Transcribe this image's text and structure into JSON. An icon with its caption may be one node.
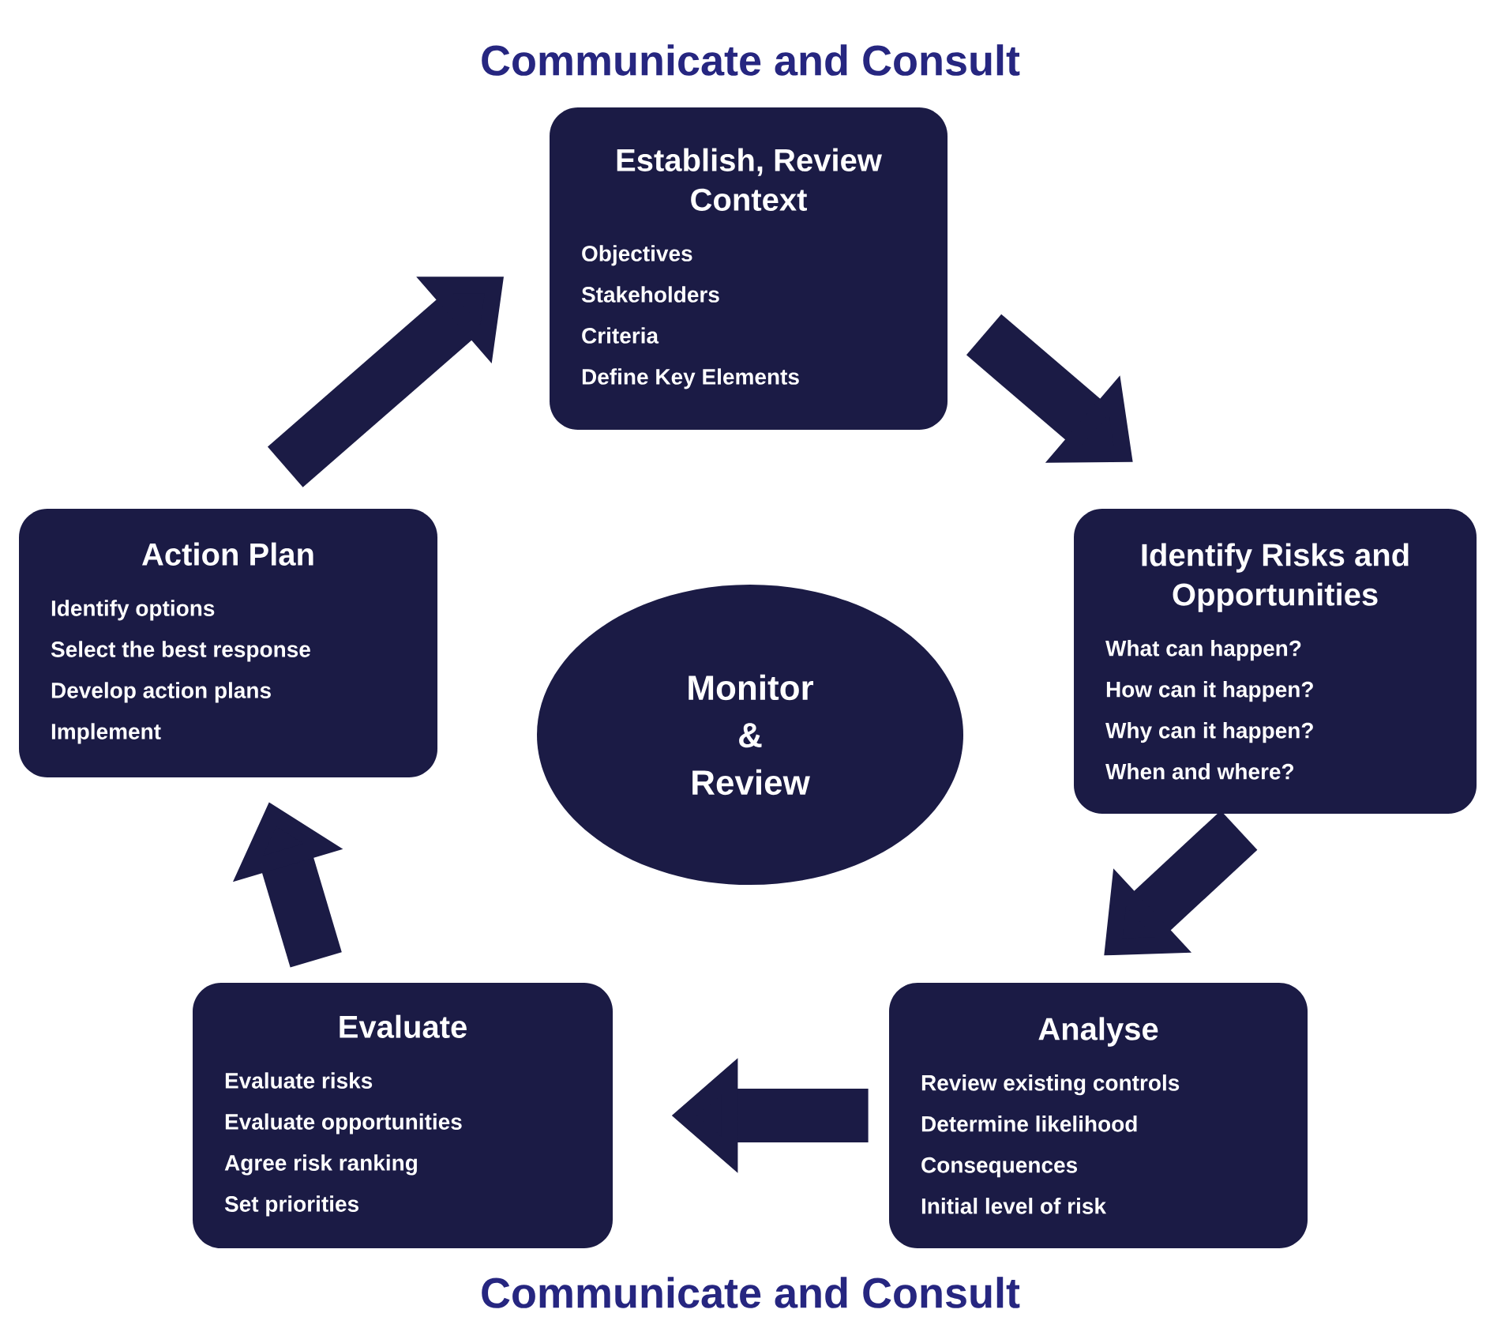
{
  "diagram": {
    "nodes": [
      {
        "text": [
          "Establish, Review Context",
          "Objectives",
          "Stakeholders",
          "Criteria",
          "Define Key Elements"
        ]
      },
      {
        "text": [
          "Identify Risks and Opportunities",
          "What can happen?",
          "How can it happen?",
          "Why can it happen?",
          "When and where?"
        ]
      },
      {
        "text": [
          "Analyse",
          "Review existing controls",
          "Determine likelihood",
          "Consequences",
          "Initial level of risk"
        ]
      },
      {
        "text": [
          "Evaluate",
          "Evaluate risks",
          "Evaluate opportunities",
          "Agree risk ranking",
          "Set priorities"
        ]
      },
      {
        "text": [
          "Action Plan",
          "Identify options",
          "Select the best response",
          "Develop action plans",
          "Implement"
        ]
      },
      {
        "text": [
          "Monitor & Review"
        ]
      }
    ],
    "edges": [
      {
        "from": 0,
        "to": 1,
        "arrow": "to"
      },
      {
        "from": 1,
        "to": 2,
        "arrow": "to"
      },
      {
        "from": 2,
        "to": 3,
        "arrow": "to"
      },
      {
        "from": 3,
        "to": 4,
        "arrow": "to"
      },
      {
        "from": 4,
        "to": 0,
        "arrow": "to"
      }
    ],
    "labels": [
      "Communicate and Consult",
      "Communicate and Consult"
    ]
  }
}
